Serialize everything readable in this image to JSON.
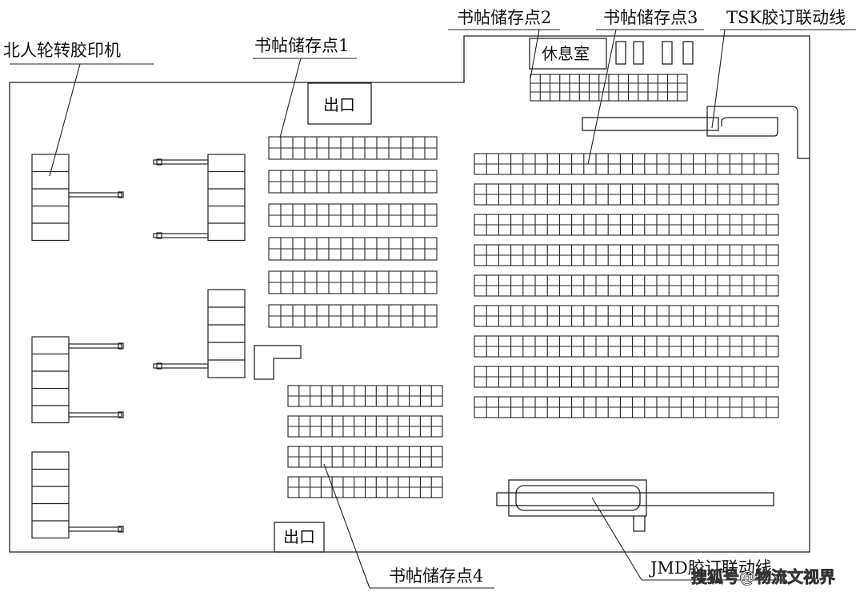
{
  "labels": {
    "press": "北人轮转胶印机",
    "storage1": "书帖储存点1",
    "storage2": "书帖储存点2",
    "storage3": "书帖储存点3",
    "storage4": "书帖储存点4",
    "tsk_line": "TSK胶订联动线",
    "jmd_line": "JMD胶订联动线",
    "lounge": "休息室",
    "exit_top": "出口",
    "exit_bottom": "出口"
  },
  "watermark": "搜狐号@物流文视界",
  "colors": {
    "line": "#222222",
    "background": "#ffffff"
  }
}
